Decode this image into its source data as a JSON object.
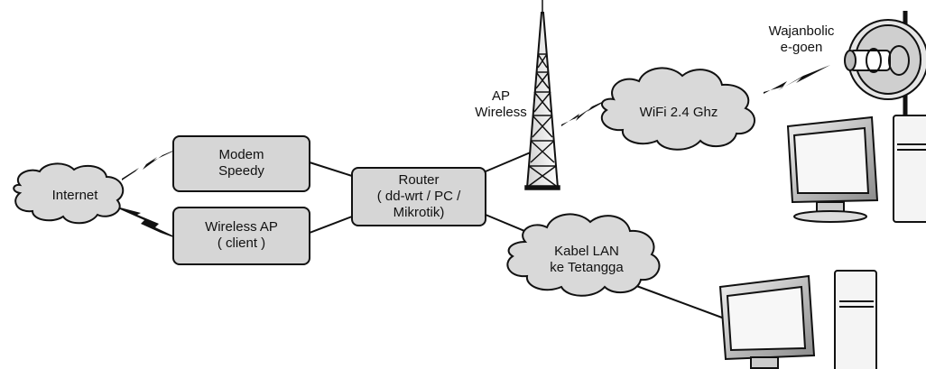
{
  "nodes": {
    "internet": "Internet",
    "modem": "Modem\nSpeedy",
    "wireless_ap": "Wireless AP\n( client )",
    "router": "Router\n( dd-wrt / PC /\nMikrotik)",
    "ap_wireless": "AP\nWireless",
    "wifi": "WiFi 2.4 Ghz",
    "wajanbolic": "Wajanbolic\ne-goen",
    "kabel_lan": "Kabel LAN\nke Tetangga"
  },
  "colors": {
    "box_fill": "#d6d6d6",
    "cloud_fill": "#d9d9d9",
    "stroke": "#111111"
  }
}
